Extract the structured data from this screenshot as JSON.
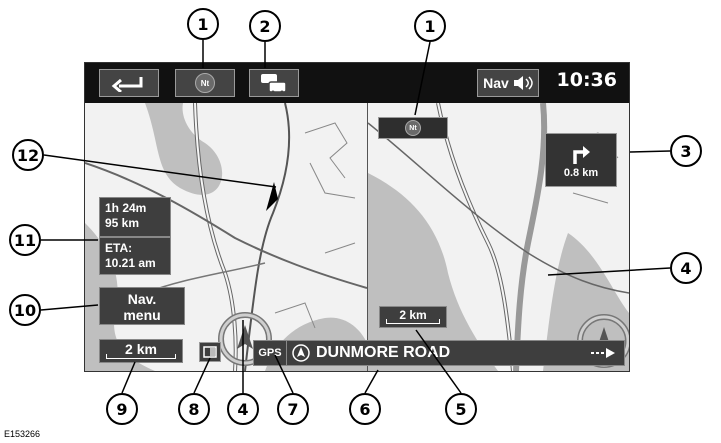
{
  "topbar": {
    "back_icon": "back-arrow-icon",
    "north_up_label": "Nt",
    "traffic_icon": "traffic-cars-icon",
    "nav_button_label": "Nav",
    "speaker_icon": "speaker-volume-icon",
    "clock": "10:36"
  },
  "left_panel": {
    "journey_time": "1h 24m",
    "journey_distance": "95 km",
    "eta_label": "ETA:",
    "eta_time": "10.21 am",
    "menu_line1": "Nav.",
    "menu_line2": "menu",
    "scale": "2 km",
    "split_view_icon": "split-screen-icon"
  },
  "right_panel": {
    "north_up_label": "Nt",
    "turn_distance": "0.8 km",
    "turn_icon": "turn-right-arrow-icon",
    "scale": "2 km"
  },
  "status_bar": {
    "gps_label": "GPS",
    "compass_icon": "compass-arrow-icon",
    "road_name": "DUNMORE ROAD",
    "next_turn_icon": "dashed-arrow-right-icon"
  },
  "callouts": [
    "1",
    "2",
    "1",
    "3",
    "4",
    "5",
    "6",
    "7",
    "4",
    "8",
    "9",
    "10",
    "11",
    "12"
  ],
  "figure_code": "E153266"
}
